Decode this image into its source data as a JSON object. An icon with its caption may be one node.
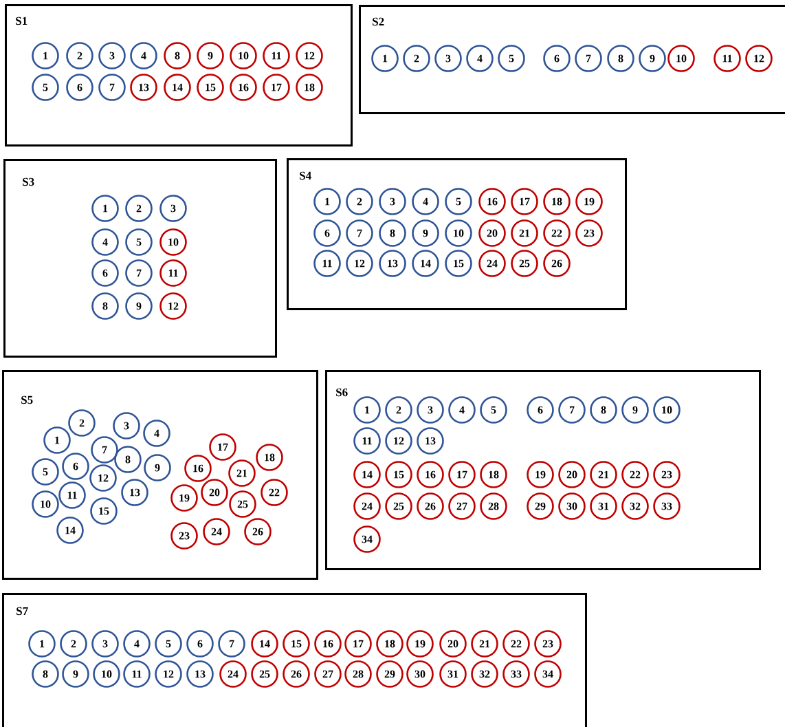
{
  "diagram": {
    "nodes": [
      {
        "text": [
          "S1"
        ]
      },
      {
        "text": [
          "1"
        ],
        "in": 0
      },
      {
        "text": [
          "2"
        ],
        "in": 0
      },
      {
        "text": [
          "3"
        ],
        "in": 0
      },
      {
        "text": [
          "4"
        ],
        "in": 0
      },
      {
        "text": [
          "8"
        ],
        "in": 0
      },
      {
        "text": [
          "9"
        ],
        "in": 0
      },
      {
        "text": [
          "10"
        ],
        "in": 0
      },
      {
        "text": [
          "11"
        ],
        "in": 0
      },
      {
        "text": [
          "12"
        ],
        "in": 0
      },
      {
        "text": [
          "5"
        ],
        "in": 0
      },
      {
        "text": [
          "6"
        ],
        "in": 0
      },
      {
        "text": [
          "7"
        ],
        "in": 0
      },
      {
        "text": [
          "13"
        ],
        "in": 0
      },
      {
        "text": [
          "14"
        ],
        "in": 0
      },
      {
        "text": [
          "15"
        ],
        "in": 0
      },
      {
        "text": [
          "16"
        ],
        "in": 0
      },
      {
        "text": [
          "17"
        ],
        "in": 0
      },
      {
        "text": [
          "18"
        ],
        "in": 0
      },
      {
        "text": [
          "S2"
        ]
      },
      {
        "text": [
          "1"
        ],
        "in": 19
      },
      {
        "text": [
          "2"
        ],
        "in": 19
      },
      {
        "text": [
          "3"
        ],
        "in": 19
      },
      {
        "text": [
          "4"
        ],
        "in": 19
      },
      {
        "text": [
          "5"
        ],
        "in": 19
      },
      {
        "text": [
          "6"
        ],
        "in": 19
      },
      {
        "text": [
          "7"
        ],
        "in": 19
      },
      {
        "text": [
          "8"
        ],
        "in": 19
      },
      {
        "text": [
          "9"
        ],
        "in": 19
      },
      {
        "text": [
          "10"
        ],
        "in": 19
      },
      {
        "text": [
          "11"
        ],
        "in": 19
      },
      {
        "text": [
          "12"
        ],
        "in": 19
      },
      {
        "text": [
          "S3"
        ]
      },
      {
        "text": [
          "1"
        ],
        "in": 32
      },
      {
        "text": [
          "2"
        ],
        "in": 32
      },
      {
        "text": [
          "3"
        ],
        "in": 32
      },
      {
        "text": [
          "4"
        ],
        "in": 32
      },
      {
        "text": [
          "5"
        ],
        "in": 32
      },
      {
        "text": [
          "10"
        ],
        "in": 32
      },
      {
        "text": [
          "6"
        ],
        "in": 32
      },
      {
        "text": [
          "7"
        ],
        "in": 32
      },
      {
        "text": [
          "11"
        ],
        "in": 32
      },
      {
        "text": [
          "8"
        ],
        "in": 32
      },
      {
        "text": [
          "9"
        ],
        "in": 32
      },
      {
        "text": [
          "12"
        ],
        "in": 32
      },
      {
        "text": [
          "S4"
        ]
      },
      {
        "text": [
          "1"
        ],
        "in": 45
      },
      {
        "text": [
          "2"
        ],
        "in": 45
      },
      {
        "text": [
          "3"
        ],
        "in": 45
      },
      {
        "text": [
          "4"
        ],
        "in": 45
      },
      {
        "text": [
          "5"
        ],
        "in": 45
      },
      {
        "text": [
          "16"
        ],
        "in": 45
      },
      {
        "text": [
          "17"
        ],
        "in": 45
      },
      {
        "text": [
          "18"
        ],
        "in": 45
      },
      {
        "text": [
          "19"
        ],
        "in": 45
      },
      {
        "text": [
          "6"
        ],
        "in": 45
      },
      {
        "text": [
          "7"
        ],
        "in": 45
      },
      {
        "text": [
          "8"
        ],
        "in": 45
      },
      {
        "text": [
          "9"
        ],
        "in": 45
      },
      {
        "text": [
          "10"
        ],
        "in": 45
      },
      {
        "text": [
          "20"
        ],
        "in": 45
      },
      {
        "text": [
          "21"
        ],
        "in": 45
      },
      {
        "text": [
          "22"
        ],
        "in": 45
      },
      {
        "text": [
          "23"
        ],
        "in": 45
      },
      {
        "text": [
          "11"
        ],
        "in": 45
      },
      {
        "text": [
          "12"
        ],
        "in": 45
      },
      {
        "text": [
          "13"
        ],
        "in": 45
      },
      {
        "text": [
          "14"
        ],
        "in": 45
      },
      {
        "text": [
          "15"
        ],
        "in": 45
      },
      {
        "text": [
          "24"
        ],
        "in": 45
      },
      {
        "text": [
          "25"
        ],
        "in": 45
      },
      {
        "text": [
          "26"
        ],
        "in": 45
      },
      {
        "text": [
          "S5"
        ]
      },
      {
        "text": [
          "1"
        ],
        "in": 72
      },
      {
        "text": [
          "2"
        ],
        "in": 72
      },
      {
        "text": [
          "3"
        ],
        "in": 72
      },
      {
        "text": [
          "4"
        ],
        "in": 72
      },
      {
        "text": [
          "5"
        ],
        "in": 72
      },
      {
        "text": [
          "6"
        ],
        "in": 72
      },
      {
        "text": [
          "7"
        ],
        "in": 72
      },
      {
        "text": [
          "8"
        ],
        "in": 72
      },
      {
        "text": [
          "9"
        ],
        "in": 72
      },
      {
        "text": [
          "10"
        ],
        "in": 72
      },
      {
        "text": [
          "11"
        ],
        "in": 72
      },
      {
        "text": [
          "12"
        ],
        "in": 72
      },
      {
        "text": [
          "13"
        ],
        "in": 72
      },
      {
        "text": [
          "14"
        ],
        "in": 72
      },
      {
        "text": [
          "15"
        ],
        "in": 72
      },
      {
        "text": [
          "16"
        ],
        "in": 72
      },
      {
        "text": [
          "17"
        ],
        "in": 72
      },
      {
        "text": [
          "18"
        ],
        "in": 72
      },
      {
        "text": [
          "19"
        ],
        "in": 72
      },
      {
        "text": [
          "20"
        ],
        "in": 72
      },
      {
        "text": [
          "21"
        ],
        "in": 72
      },
      {
        "text": [
          "22"
        ],
        "in": 72
      },
      {
        "text": [
          "23"
        ],
        "in": 72
      },
      {
        "text": [
          "24"
        ],
        "in": 72
      },
      {
        "text": [
          "25"
        ],
        "in": 72
      },
      {
        "text": [
          "26"
        ],
        "in": 72
      },
      {
        "text": [
          "S6"
        ]
      },
      {
        "text": [
          "1"
        ],
        "in": 99
      },
      {
        "text": [
          "2"
        ],
        "in": 99
      },
      {
        "text": [
          "3"
        ],
        "in": 99
      },
      {
        "text": [
          "4"
        ],
        "in": 99
      },
      {
        "text": [
          "5"
        ],
        "in": 99
      },
      {
        "text": [
          "6"
        ],
        "in": 99
      },
      {
        "text": [
          "7"
        ],
        "in": 99
      },
      {
        "text": [
          "8"
        ],
        "in": 99
      },
      {
        "text": [
          "9"
        ],
        "in": 99
      },
      {
        "text": [
          "10"
        ],
        "in": 99
      },
      {
        "text": [
          "11"
        ],
        "in": 99
      },
      {
        "text": [
          "12"
        ],
        "in": 99
      },
      {
        "text": [
          "13"
        ],
        "in": 99
      },
      {
        "text": [
          "14"
        ],
        "in": 99
      },
      {
        "text": [
          "15"
        ],
        "in": 99
      },
      {
        "text": [
          "16"
        ],
        "in": 99
      },
      {
        "text": [
          "17"
        ],
        "in": 99
      },
      {
        "text": [
          "18"
        ],
        "in": 99
      },
      {
        "text": [
          "19"
        ],
        "in": 99
      },
      {
        "text": [
          "20"
        ],
        "in": 99
      },
      {
        "text": [
          "21"
        ],
        "in": 99
      },
      {
        "text": [
          "22"
        ],
        "in": 99
      },
      {
        "text": [
          "23"
        ],
        "in": 99
      },
      {
        "text": [
          "24"
        ],
        "in": 99
      },
      {
        "text": [
          "25"
        ],
        "in": 99
      },
      {
        "text": [
          "26"
        ],
        "in": 99
      },
      {
        "text": [
          "27"
        ],
        "in": 99
      },
      {
        "text": [
          "28"
        ],
        "in": 99
      },
      {
        "text": [
          "29"
        ],
        "in": 99
      },
      {
        "text": [
          "30"
        ],
        "in": 99
      },
      {
        "text": [
          "31"
        ],
        "in": 99
      },
      {
        "text": [
          "32"
        ],
        "in": 99
      },
      {
        "text": [
          "33"
        ],
        "in": 99
      },
      {
        "text": [
          "34"
        ],
        "in": 99
      },
      {
        "text": [
          "S7"
        ]
      },
      {
        "text": [
          "1"
        ],
        "in": 134
      },
      {
        "text": [
          "2"
        ],
        "in": 134
      },
      {
        "text": [
          "3"
        ],
        "in": 134
      },
      {
        "text": [
          "4"
        ],
        "in": 134
      },
      {
        "text": [
          "5"
        ],
        "in": 134
      },
      {
        "text": [
          "6"
        ],
        "in": 134
      },
      {
        "text": [
          "7"
        ],
        "in": 134
      },
      {
        "text": [
          "14"
        ],
        "in": 134
      },
      {
        "text": [
          "15"
        ],
        "in": 134
      },
      {
        "text": [
          "16"
        ],
        "in": 134
      },
      {
        "text": [
          "17"
        ],
        "in": 134
      },
      {
        "text": [
          "18"
        ],
        "in": 134
      },
      {
        "text": [
          "19"
        ],
        "in": 134
      },
      {
        "text": [
          "20"
        ],
        "in": 134
      },
      {
        "text": [
          "21"
        ],
        "in": 134
      },
      {
        "text": [
          "22"
        ],
        "in": 134
      },
      {
        "text": [
          "23"
        ],
        "in": 134
      },
      {
        "text": [
          "8"
        ],
        "in": 134
      },
      {
        "text": [
          "9"
        ],
        "in": 134
      },
      {
        "text": [
          "10"
        ],
        "in": 134
      },
      {
        "text": [
          "11"
        ],
        "in": 134
      },
      {
        "text": [
          "12"
        ],
        "in": 134
      },
      {
        "text": [
          "13"
        ],
        "in": 134
      },
      {
        "text": [
          "24"
        ],
        "in": 134
      },
      {
        "text": [
          "25"
        ],
        "in": 134
      },
      {
        "text": [
          "26"
        ],
        "in": 134
      },
      {
        "text": [
          "27"
        ],
        "in": 134
      },
      {
        "text": [
          "28"
        ],
        "in": 134
      },
      {
        "text": [
          "29"
        ],
        "in": 134
      },
      {
        "text": [
          "30"
        ],
        "in": 134
      },
      {
        "text": [
          "31"
        ],
        "in": 134
      },
      {
        "text": [
          "32"
        ],
        "in": 134
      },
      {
        "text": [
          "33"
        ],
        "in": 134
      },
      {
        "text": [
          "34"
        ],
        "in": 134
      }
    ]
  }
}
